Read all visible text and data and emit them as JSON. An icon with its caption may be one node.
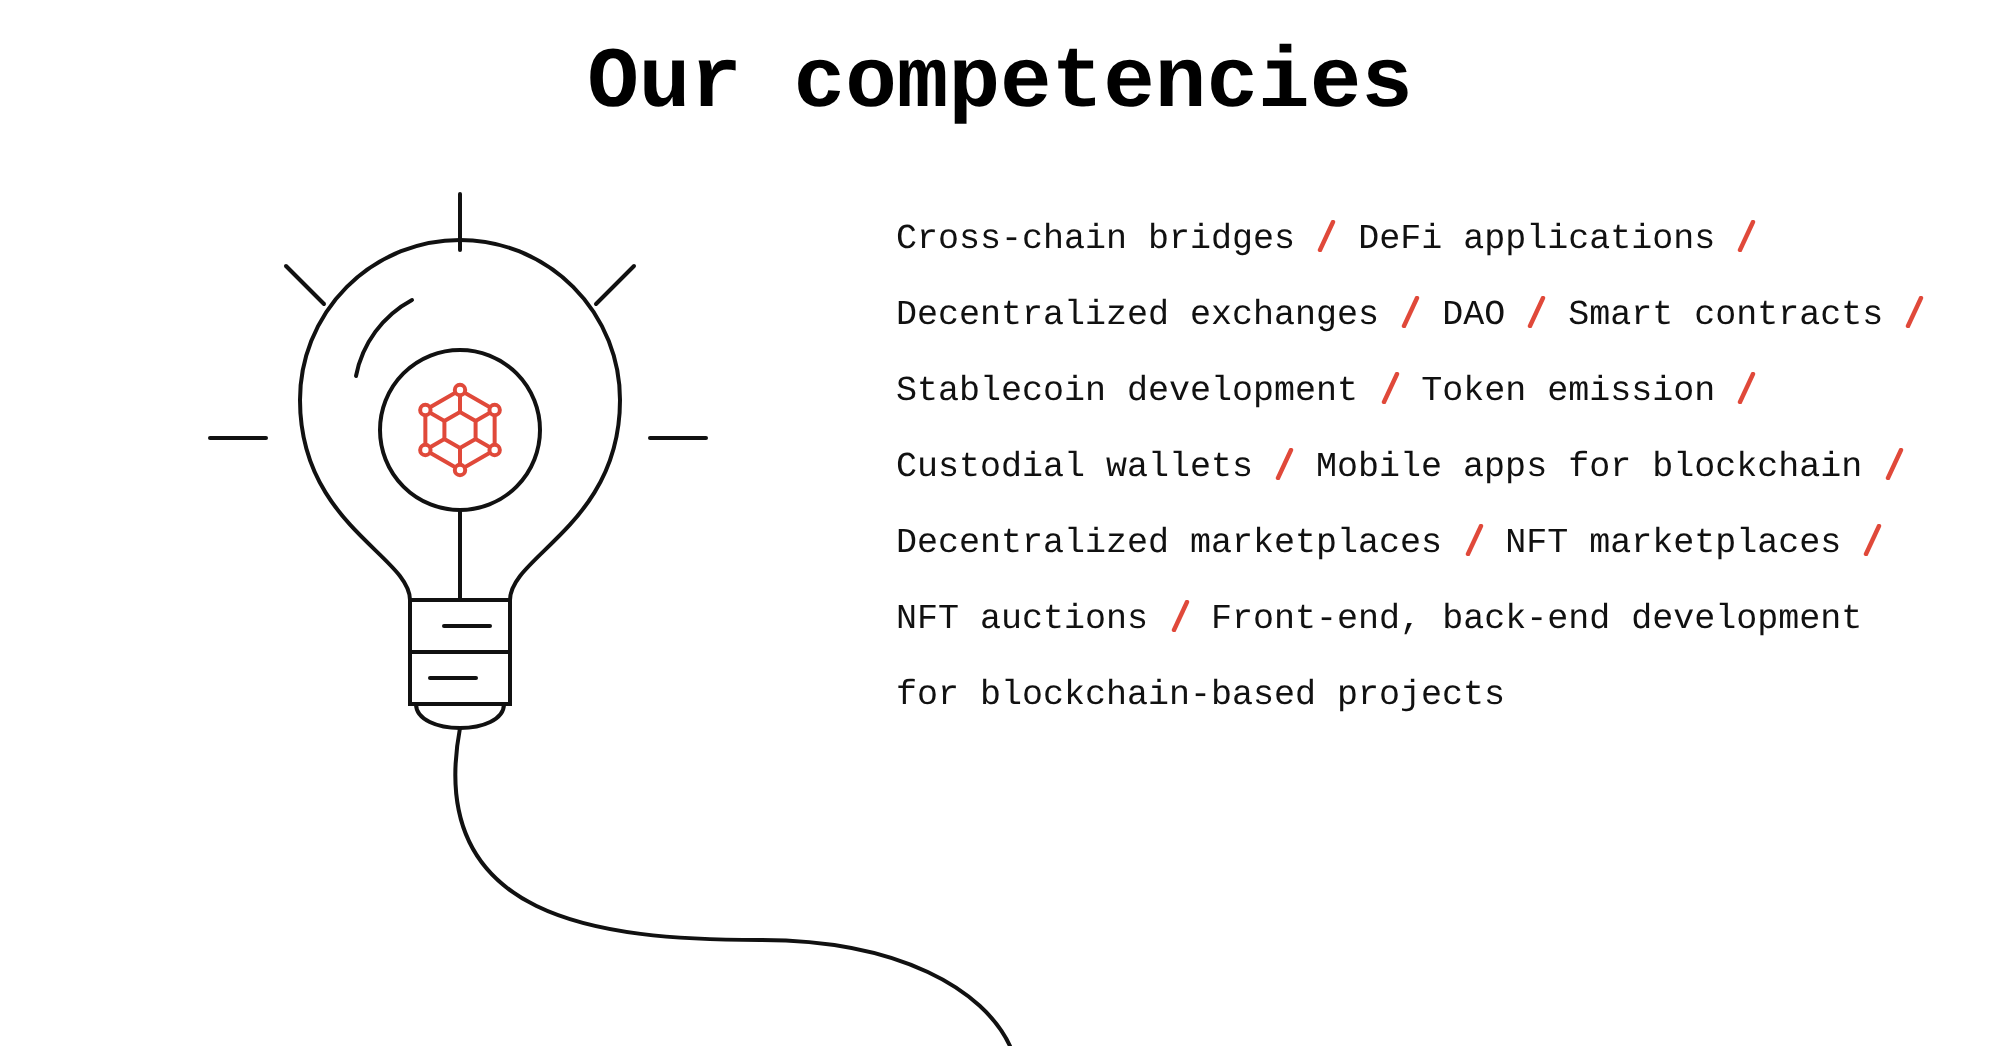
{
  "diagram": {
    "title": "Our competencies",
    "labels": [
      "Cross-chain bridges",
      "DeFi applications",
      "Decentralized exchanges",
      "DAO",
      "Smart contracts",
      "Stablecoin development",
      "Token emission",
      "Custodial wallets",
      "Mobile apps for blockchain",
      "Decentralized marketplaces",
      "NFT marketplaces",
      "NFT auctions",
      "Front-end, back-end development for blockchain-based projects"
    ]
  }
}
